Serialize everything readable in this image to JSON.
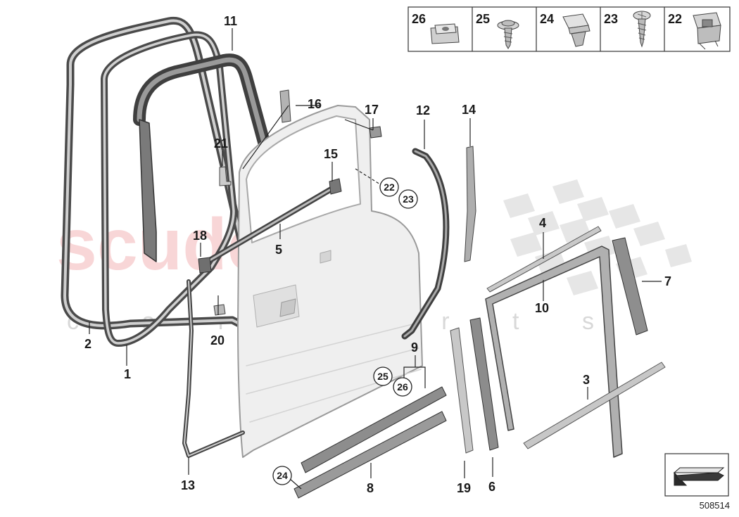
{
  "watermark": {
    "brand": "scuderia",
    "sub": "c a r p a r t s"
  },
  "legend": [
    {
      "num": "26",
      "icon": "speed-nut-icon"
    },
    {
      "num": "25",
      "icon": "collar-screw-icon"
    },
    {
      "num": "24",
      "icon": "expanding-clip-icon"
    },
    {
      "num": "23",
      "icon": "self-tapping-screw-icon"
    },
    {
      "num": "22",
      "icon": "rivet-nut-icon"
    }
  ],
  "callouts": [
    "1",
    "2",
    "3",
    "4",
    "5",
    "6",
    "7",
    "8",
    "9",
    "10",
    "11",
    "12",
    "13",
    "14",
    "15",
    "16",
    "17",
    "18",
    "19",
    "20",
    "21"
  ],
  "circled": [
    "22",
    "23",
    "25",
    "26",
    "24"
  ],
  "footer": {
    "reference": "508514",
    "arrow": "view-direction-arrow-icon"
  }
}
